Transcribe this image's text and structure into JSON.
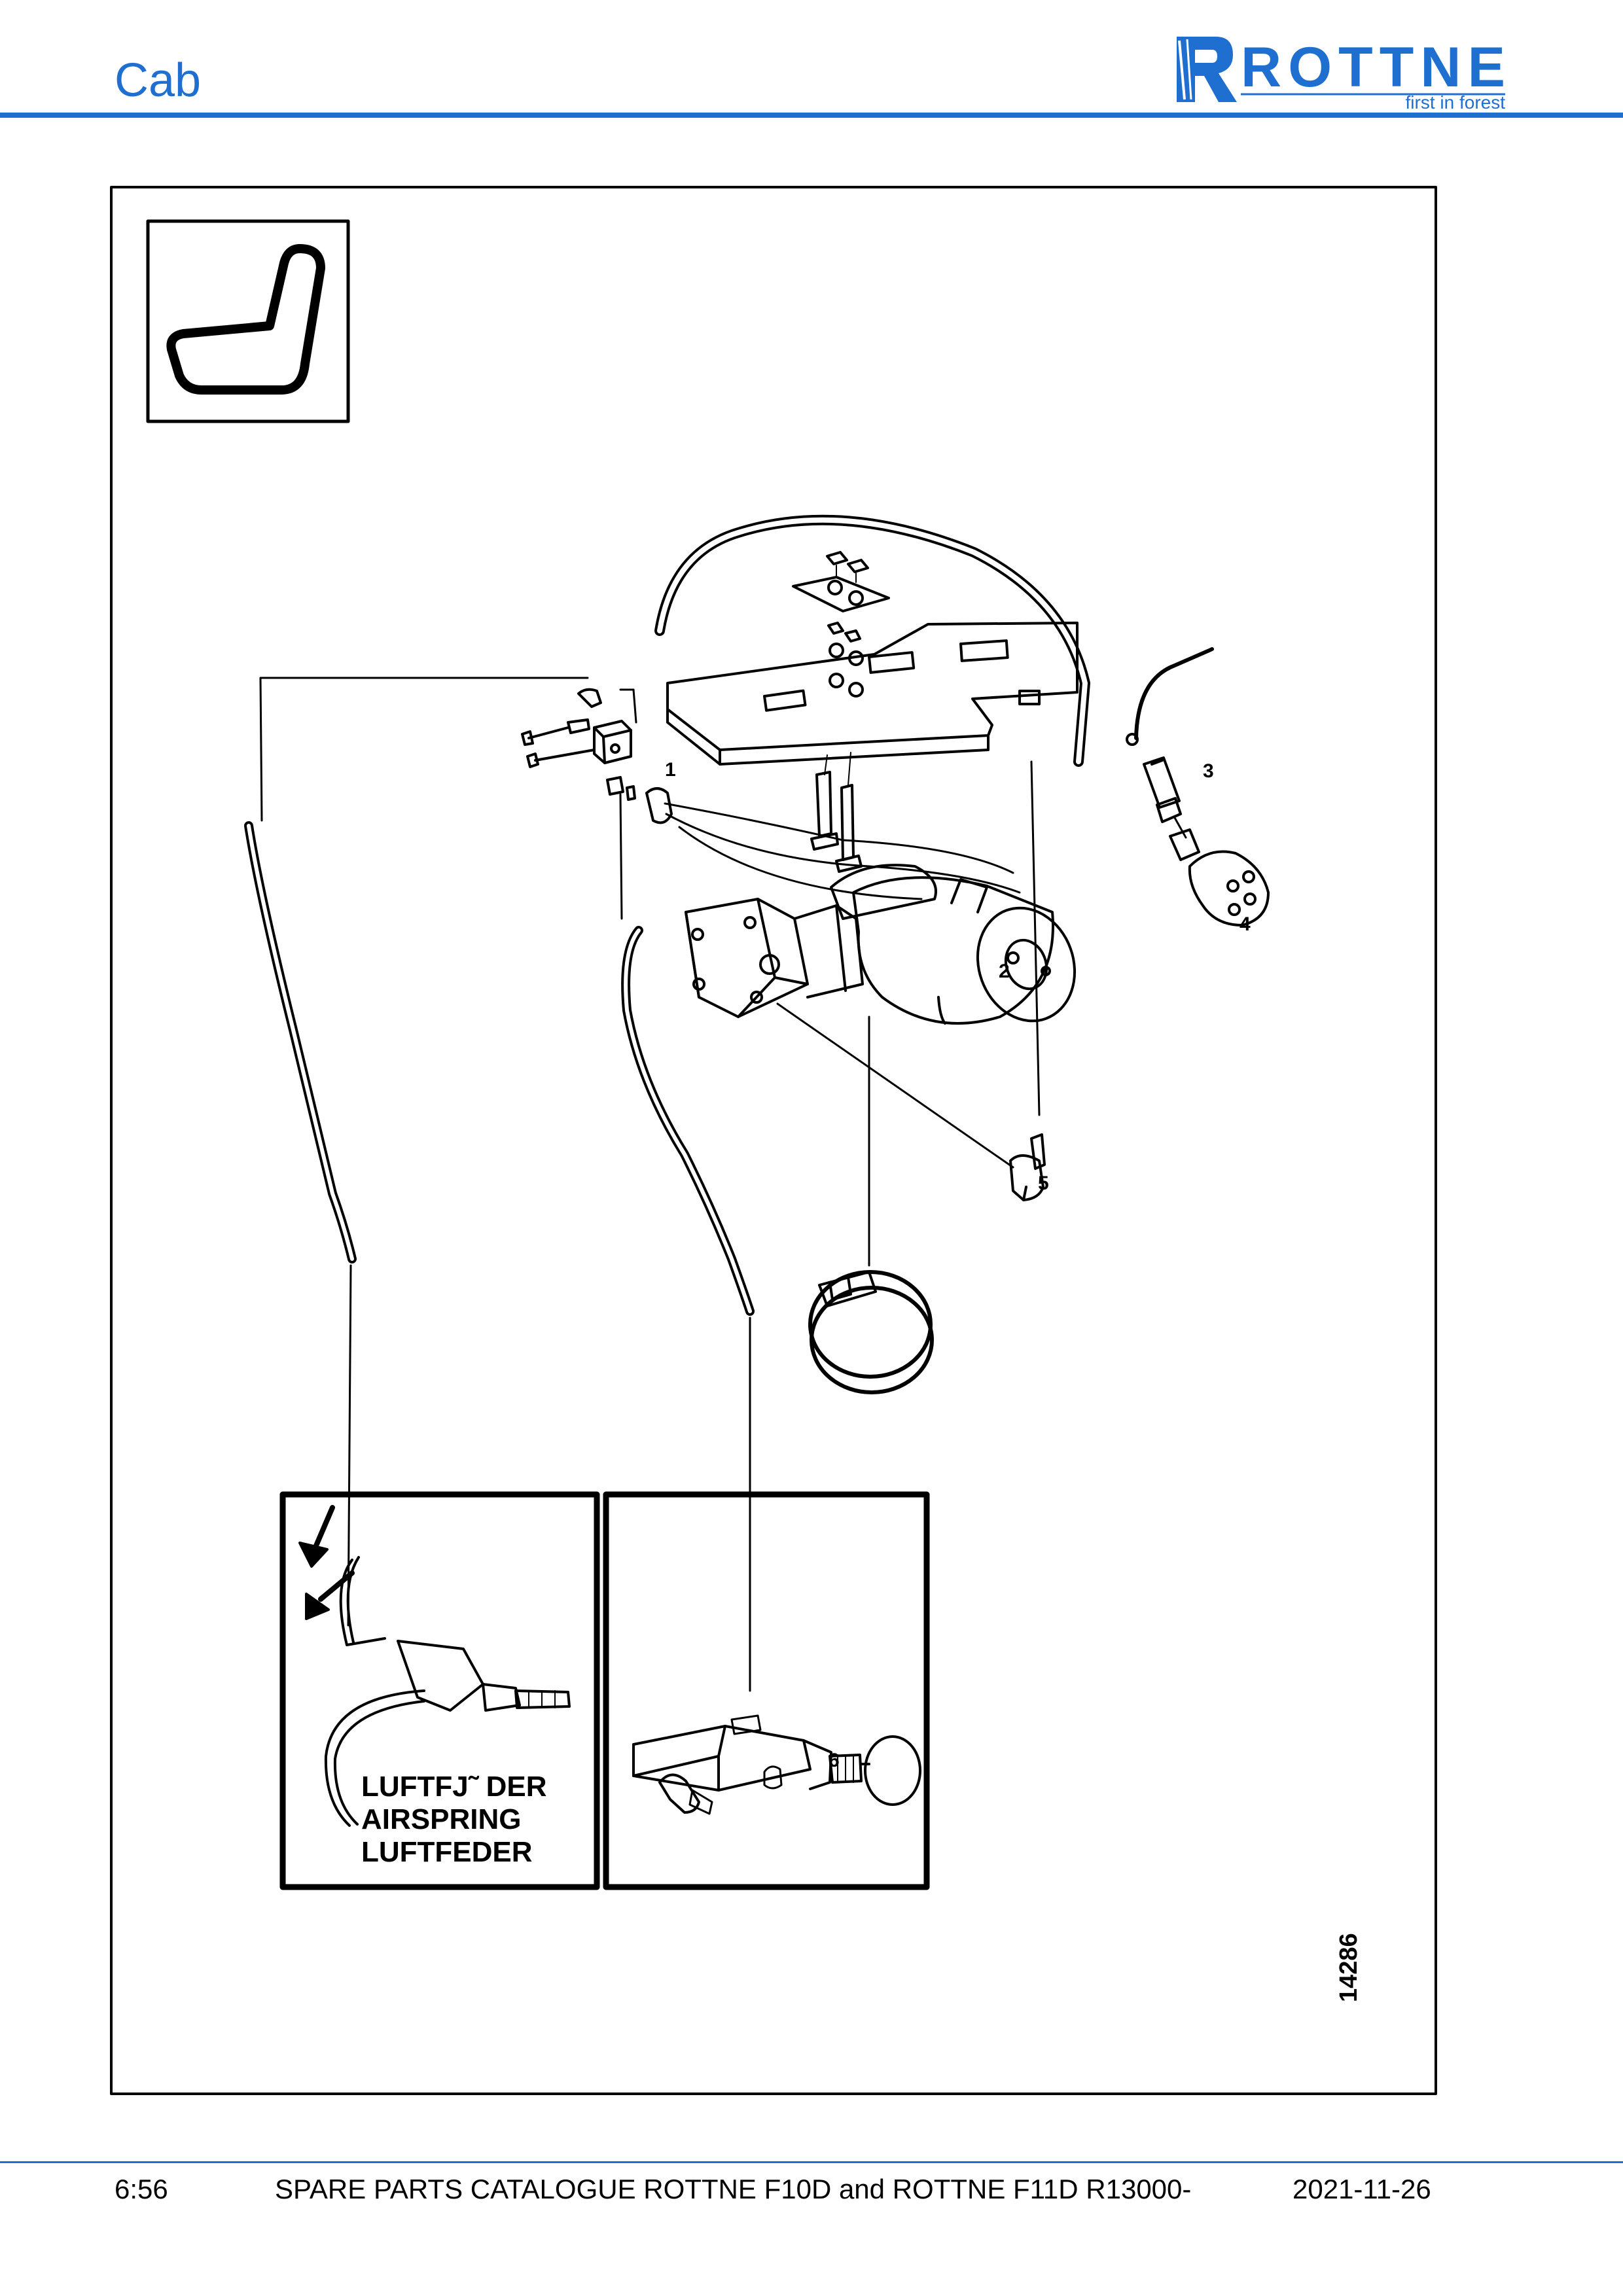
{
  "header": {
    "section_title": "Cab",
    "logo": {
      "name": "ROTTNE",
      "tagline": "first in forest",
      "brand_color": "#1f6fd1"
    }
  },
  "figure": {
    "drawing_number": "14286",
    "callouts": [
      "1",
      "2",
      "3",
      "4",
      "5",
      "6"
    ],
    "inset_label_lines": [
      "LUFTFJ˜ DER",
      "AIRSPRING",
      "LUFTFEDER"
    ],
    "section_icon": "seat-icon"
  },
  "footer": {
    "page_number": "6:56",
    "catalogue_title": "SPARE PARTS CATALOGUE ROTTNE F10D and ROTTNE F11D R13000-",
    "date": "2021-11-26"
  },
  "colors": {
    "accent": "#1f6fd1",
    "ink": "#000000"
  }
}
